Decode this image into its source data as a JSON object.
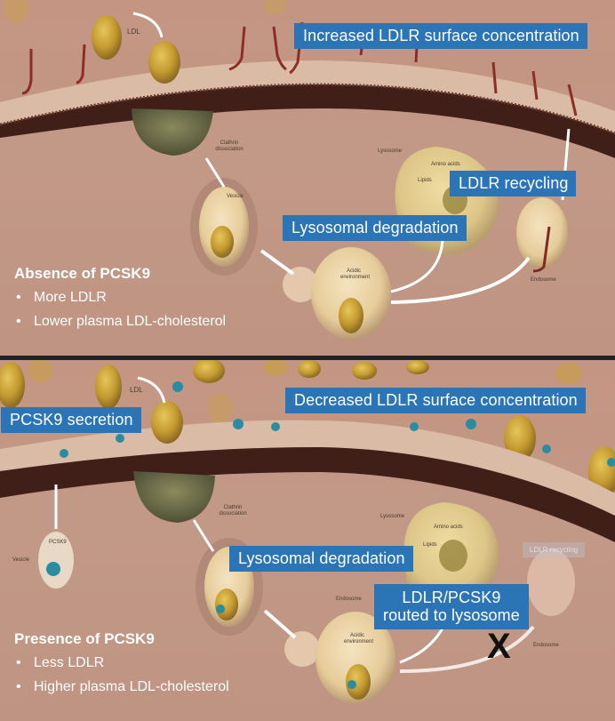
{
  "panels": {
    "absence": {
      "callouts": {
        "surface": "Increased LDLR surface concentration",
        "recycling": "LDLR recycling",
        "degradation": "Lysosomal degradation"
      },
      "small_labels": {
        "ldl": "LDL",
        "clathrin": "Clathrin dissociation",
        "vesicle": "Vesicle",
        "lysosome": "Lysosome",
        "amino_acids": "Amino acids",
        "lipids": "Lipids",
        "acidic": "Acidic environment",
        "endosome": "Endosome"
      },
      "legend": {
        "title": "Absence of PCSK9",
        "items": [
          "More LDLR",
          "Lower plasma LDL-cholesterol"
        ]
      }
    },
    "presence": {
      "callouts": {
        "surface": "Decreased LDLR surface concentration",
        "secretion": "PCSK9 secretion",
        "degradation": "Lysosomal degradation",
        "routed_line1": "LDLR/PCSK9",
        "routed_line2": "routed to lysosome",
        "recycling_ghost": "LDLR recycling"
      },
      "small_labels": {
        "ldl": "LDL",
        "pcsk9": "PCSK9",
        "vesicle": "Vesicle",
        "clathrin": "Clathrin dissociation",
        "lysosome": "Lysosome",
        "amino_acids": "Amino acids",
        "lipids": "Lipids",
        "endosome_left": "Endosome",
        "acidic": "Acidic environment",
        "endosome_right": "Endosome"
      },
      "blocked_marker": "X",
      "legend": {
        "title": "Presence of PCSK9",
        "items": [
          "Less LDLR",
          "Higher plasma LDL-cholesterol"
        ]
      }
    }
  },
  "colors": {
    "callout_bg": "#2b74b5",
    "callout_text": "#ffffff",
    "background": "#c49583",
    "divider": "#222124",
    "membrane_dark": "#3f1f18",
    "membrane_surface": "#d9bba6",
    "ldl_particle": "#c9a83a",
    "pcsk9": "#2a8ca0"
  }
}
